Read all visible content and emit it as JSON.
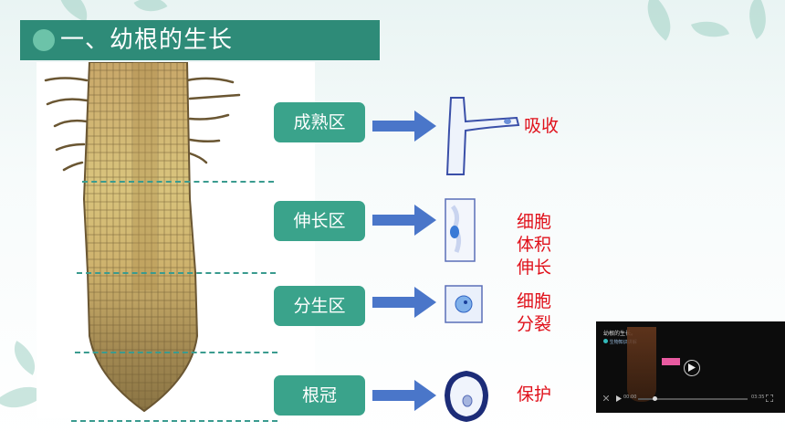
{
  "title": "一、幼根的生长",
  "zones": [
    {
      "id": "mature",
      "label": "成熟区",
      "function": [
        "吸收"
      ]
    },
    {
      "id": "elongation",
      "label": "伸长区",
      "function": [
        "细胞",
        "体积",
        "伸长"
      ]
    },
    {
      "id": "division",
      "label": "分生区",
      "function": [
        "细胞",
        "分裂"
      ]
    },
    {
      "id": "cap",
      "label": "根冠",
      "function": [
        "保护"
      ]
    }
  ],
  "video": {
    "title": "幼根的生长。",
    "subtitle": "生物知识讲解",
    "time_start": "00:00",
    "time_end": "03:35"
  },
  "colors": {
    "title_bg": "#2e8b78",
    "zone_bg": "#3aa38b",
    "arrow": "#4a76c9",
    "function_text": "#e0101a"
  }
}
